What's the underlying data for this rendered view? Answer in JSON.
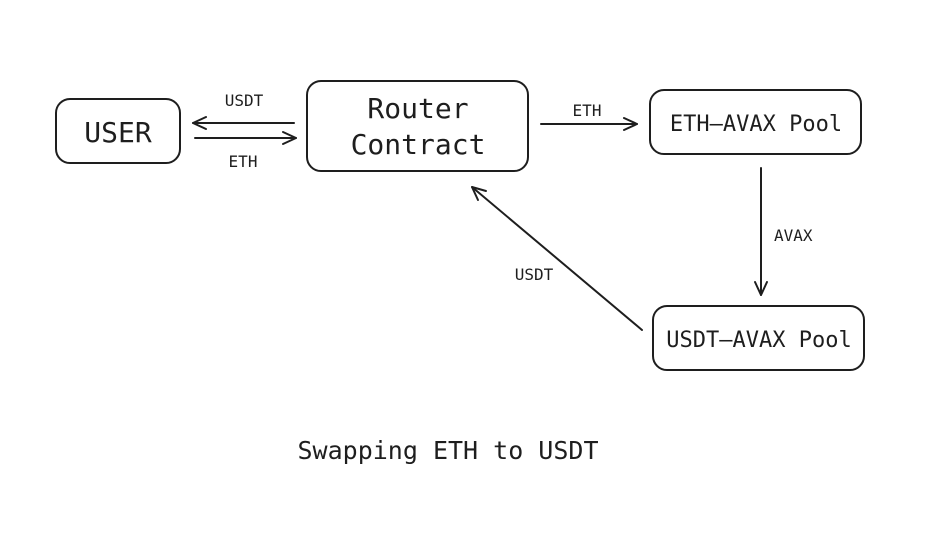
{
  "nodes": {
    "user": "USER",
    "router_line1": "Router",
    "router_line2": "Contract",
    "eth_avax_pool": "ETH–AVAX Pool",
    "usdt_avax_pool": "USDT–AVAX Pool"
  },
  "edges": {
    "router_to_user": "USDT",
    "user_to_router": "ETH",
    "router_to_eth_pool": "ETH",
    "eth_pool_to_usdt_pool": "AVAX",
    "usdt_pool_to_router": "USDT"
  },
  "caption": "Swapping ETH to USDT",
  "colors": {
    "stroke": "#1e1e1e",
    "background": "#ffffff"
  }
}
